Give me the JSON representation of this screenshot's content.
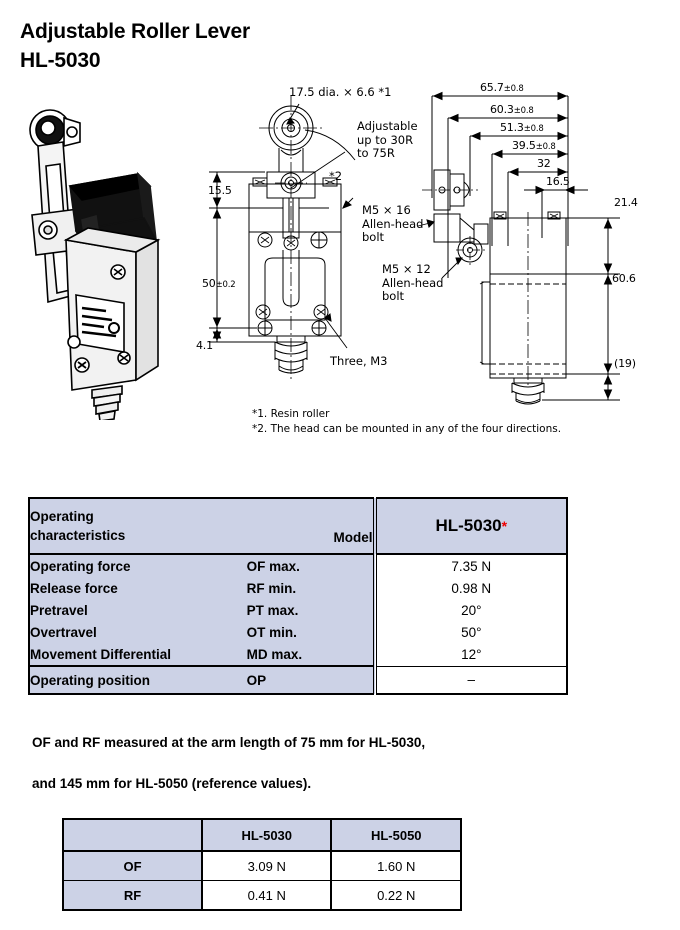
{
  "title": {
    "line1": "Adjustable Roller Lever",
    "line2": "HL-5030"
  },
  "drawing": {
    "product_illustration_name": "limit-switch-roller-lever-illustration",
    "callouts": {
      "roller_dia": "17.5 dia. × 6.6 *1",
      "adjustable_l1": "Adjustable",
      "adjustable_l2": "up to 30R",
      "adjustable_l3": "to 75R",
      "note2_marker": "*2",
      "bolt_m5x16_l1": "M5 × 16",
      "bolt_m5x16_l2": "Allen-head",
      "bolt_m5x16_l3": "bolt",
      "bolt_m5x12_l1": "M5 × 12",
      "bolt_m5x12_l2": "Allen-head",
      "bolt_m5x12_l3": "bolt",
      "three_m3": "Three, M3"
    },
    "dimensions": {
      "d_15_5": "15.5",
      "d_50": "50",
      "d_50_tol": "±0.2",
      "d_4_1": "4.1",
      "d_65_7": "65.7",
      "d_65_7_tol": "±0.8",
      "d_60_3": "60.3",
      "d_60_3_tol": "±0.8",
      "d_51_3": "51.3",
      "d_51_3_tol": "±0.8",
      "d_39_5": "39.5",
      "d_39_5_tol": "±0.8",
      "d_32": "32",
      "d_16_5": "16.5",
      "d_21_4": "21.4",
      "d_60_6": "60.6",
      "d_19": "(19)"
    },
    "footnotes": {
      "f1": "*1. Resin roller",
      "f2": "*2. The head can be mounted in any of the four directions."
    }
  },
  "spec_table": {
    "header": {
      "char_l1": "Operating",
      "char_l2": "characteristics",
      "model": "Model",
      "value_model": "HL-5030",
      "value_asterisk": "*"
    },
    "rows": [
      {
        "name": "Operating force",
        "code": "OF max.",
        "value": "7.35 N"
      },
      {
        "name": "Release force",
        "code": "RF min.",
        "value": "0.98 N"
      },
      {
        "name": "Pretravel",
        "code": "PT max.",
        "value": "20°"
      },
      {
        "name": "Overtravel",
        "code": "OT min.",
        "value": "50°"
      },
      {
        "name": "Movement Differential",
        "code": "MD max.",
        "value": "12°"
      }
    ],
    "last_row": {
      "name": "Operating position",
      "code": "OP",
      "value": "–"
    }
  },
  "notes": {
    "line1": "OF and RF measured at the arm length of 75 mm for HL-5030,",
    "line2": "and 145 mm for HL-5050 (reference values)."
  },
  "ref_table": {
    "corner": "",
    "columns": [
      "HL-5030",
      "HL-5050"
    ],
    "rows": [
      {
        "label": "OF",
        "values": [
          "3.09 N",
          "1.60 N"
        ]
      },
      {
        "label": "RF",
        "values": [
          "0.41 N",
          "0.22 N"
        ]
      }
    ]
  },
  "colors": {
    "table_header_fill": "#ccd2e6",
    "asterisk": "#ee0000",
    "line": "#000000"
  }
}
